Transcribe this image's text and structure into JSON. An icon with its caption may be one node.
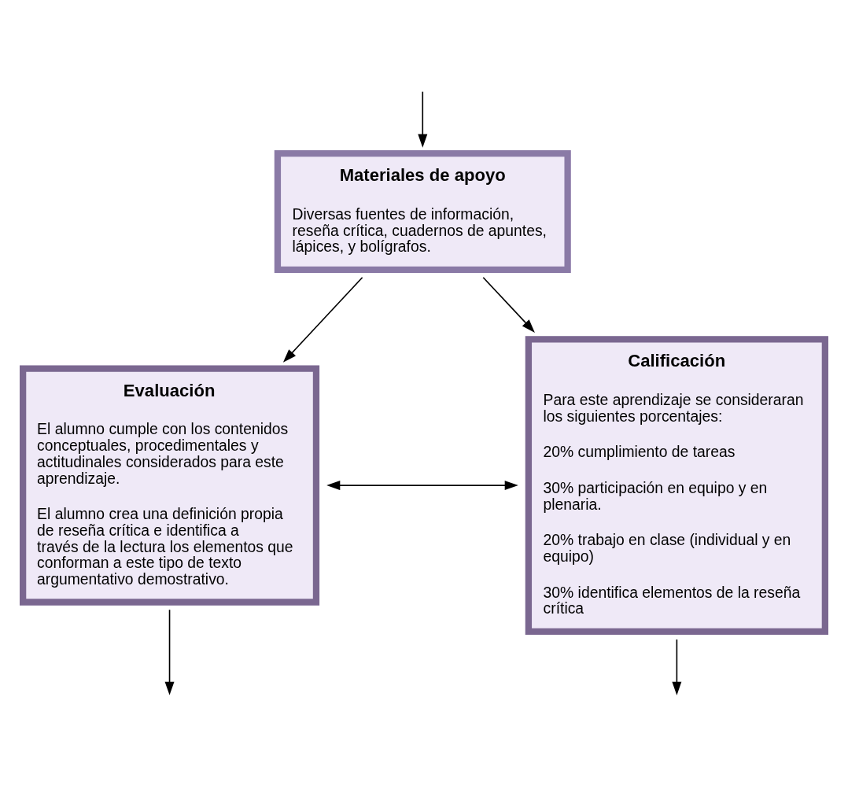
{
  "diagram": {
    "nodes": [
      {
        "text": [
          "Materiales de apoyo",
          "Diversas fuentes de información, reseña crítica, cuadernos de apuntes, lápices, y bolígrafos."
        ]
      },
      {
        "text": [
          "Evaluación",
          "El alumno cumple con los contenidos conceptuales, procedimentales y actitudinales considerados para este aprendizaje.",
          "El alumno crea una definición propia de reseña crítica e identifica a través de la lectura los elementos que conforman a este tipo de texto argumentativo demostrativo."
        ]
      },
      {
        "text": [
          "Calificación",
          "Para este aprendizaje se consideraran los siguientes porcentajes:",
          "20% cumplimiento de tareas",
          "30% participación en equipo y en plenaria.",
          "20% trabajo en clase (individual y en equipo)",
          "30% identifica elementos de la reseña crítica"
        ]
      }
    ],
    "edges": [
      {
        "from": null,
        "to": 0,
        "arrow": "to"
      },
      {
        "from": 0,
        "to": 1,
        "arrow": "to"
      },
      {
        "from": 0,
        "to": 2,
        "arrow": "to"
      },
      {
        "from": 1,
        "to": 2,
        "arrow": "both"
      },
      {
        "from": 1,
        "to": null,
        "arrow": "to"
      },
      {
        "from": 2,
        "to": null,
        "arrow": "to"
      }
    ]
  }
}
